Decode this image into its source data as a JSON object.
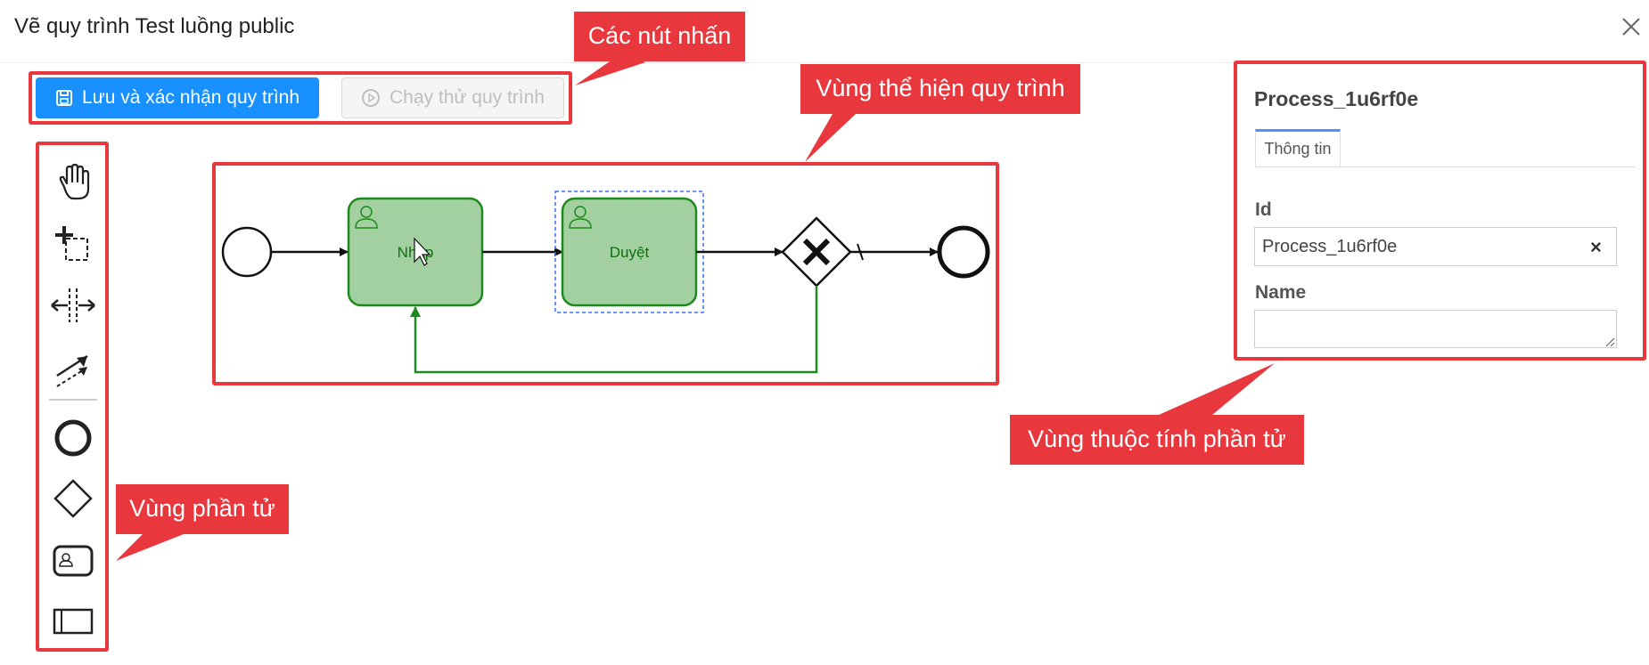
{
  "window": {
    "title": "Vẽ quy trình Test luồng public"
  },
  "toolbar": {
    "save_label": "Lưu và xác nhận quy trình",
    "test_run_label": "Chạy thử quy trình"
  },
  "palette": {
    "tools": [
      "hand-tool",
      "lasso-tool",
      "space-tool",
      "global-connect-tool"
    ],
    "elements": [
      "start-event",
      "gateway",
      "user-task",
      "pool"
    ]
  },
  "diagram": {
    "task1_label": "Nhập",
    "task2_label": "Duyệt",
    "colors": {
      "task_fill": "#a3d0a0",
      "task_stroke": "#1d8a1d",
      "task_text": "#0e6f0e",
      "flow": "#111111",
      "loop_flow": "#1d8a1d"
    }
  },
  "properties": {
    "title": "Process_1u6rf0e",
    "tab_label": "Thông tin",
    "id_label": "Id",
    "id_value": "Process_1u6rf0e",
    "name_label": "Name",
    "name_value": "",
    "clear_symbol": "×"
  },
  "annotations": {
    "buttons_callout": "Các nút nhấn",
    "diagram_callout": "Vùng thể hiện quy trình",
    "palette_callout": "Vùng phần tử",
    "properties_callout": "Vùng thuộc tính phần tử"
  },
  "colors": {
    "annotation_red": "#e8373d",
    "primary_blue": "#1890ff"
  }
}
